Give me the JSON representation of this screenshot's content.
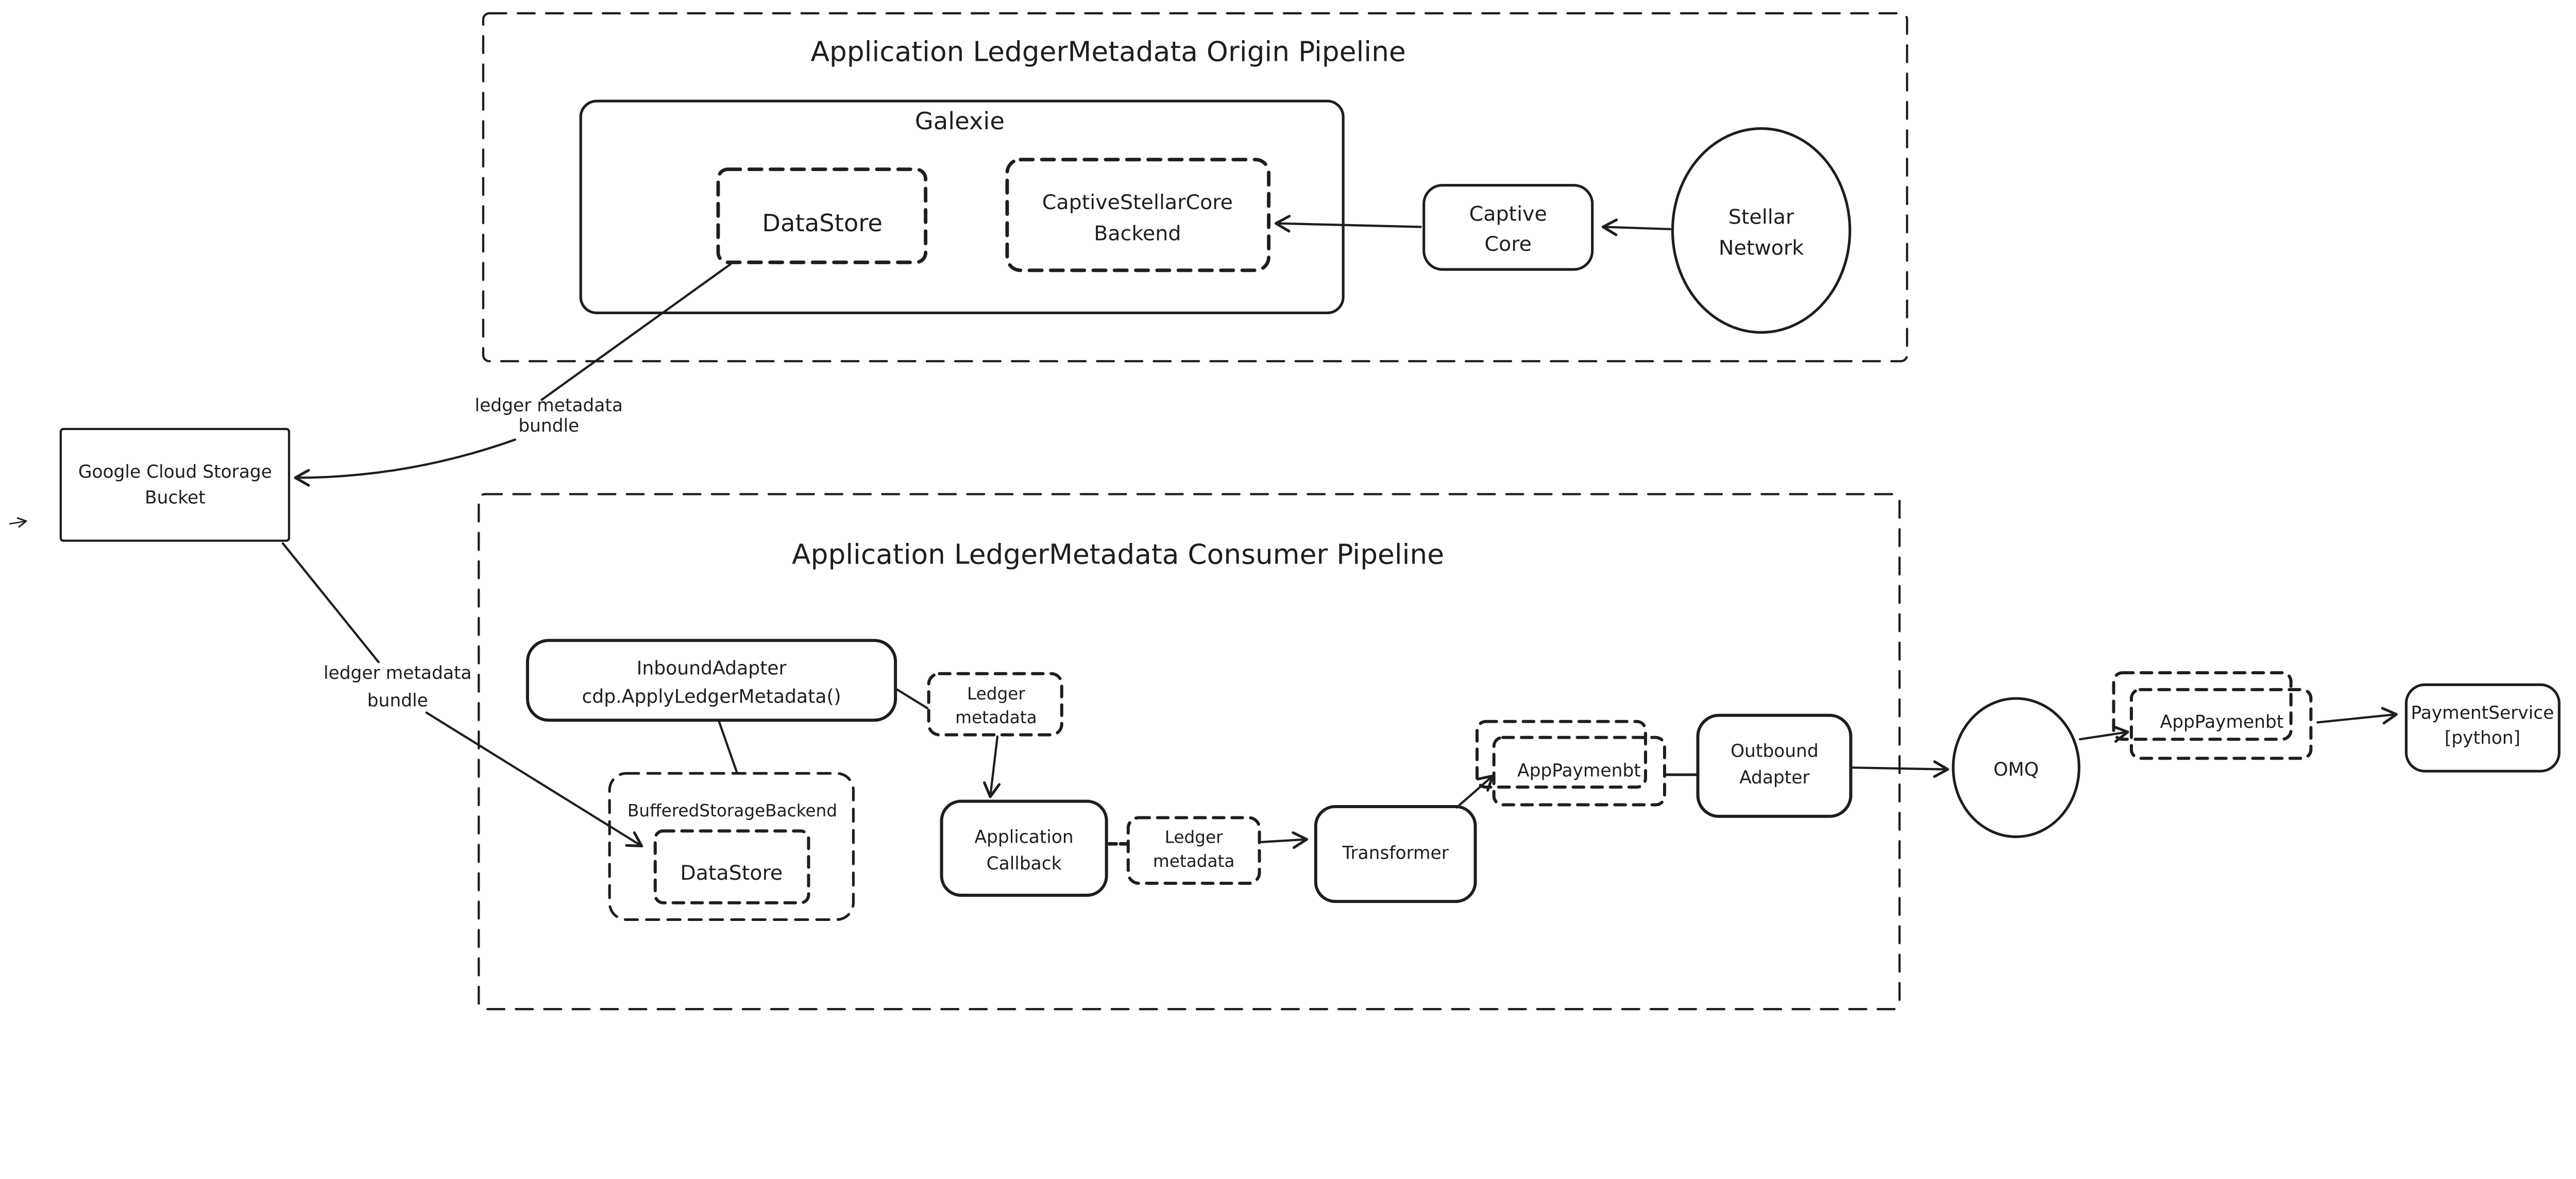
{
  "canvas": {
    "background_color": "#ffffff",
    "ink_color": "#1e1e1e"
  },
  "origin_pipeline": {
    "title": "Application LedgerMetadata Origin Pipeline",
    "galexie_title": "Galexie",
    "datastore_label": "DataStore",
    "captive_backend_lines": [
      "CaptiveStellarCore",
      "Backend"
    ],
    "captive_core_lines": [
      "Captive",
      "Core"
    ],
    "stellar_network_lines": [
      "Stellar",
      "Network"
    ]
  },
  "storage": {
    "gcs_bucket_lines": [
      "Google Cloud Storage",
      "Bucket"
    ],
    "bundle_label_top_lines": [
      "ledger metadata",
      "bundle"
    ],
    "bundle_label_bottom_lines": [
      "ledger metadata",
      "bundle"
    ]
  },
  "consumer_pipeline": {
    "title": "Application LedgerMetadata Consumer Pipeline",
    "inbound_adapter_lines": [
      "InboundAdapter",
      "cdp.ApplyLedgerMetadata()"
    ],
    "ledger_metadata_1_lines": [
      "Ledger",
      "metadata"
    ],
    "buffered_storage_label": "BufferedStorageBackend",
    "datastore_label": "DataStore",
    "application_callback_lines": [
      "Application",
      "Callback"
    ],
    "ledger_metadata_2_lines": [
      "Ledger",
      "metadata"
    ],
    "transformer_label": "Transformer",
    "app_payment_label": "AppPaymenbt",
    "outbound_adapter_lines": [
      "Outbound",
      "Adapter"
    ]
  },
  "external": {
    "omq_label": "OMQ",
    "app_payment_label": "AppPaymenbt",
    "payment_service_lines": [
      "PaymentService",
      "[python]"
    ]
  }
}
